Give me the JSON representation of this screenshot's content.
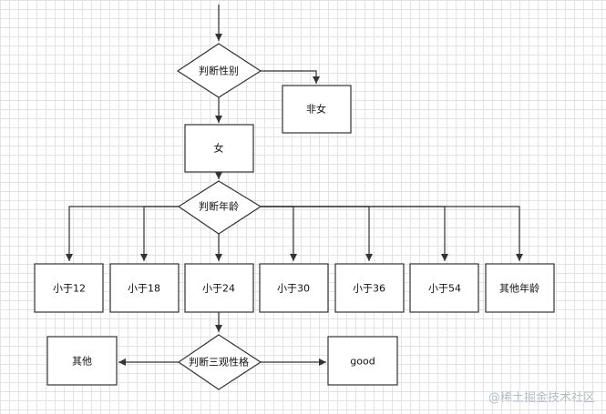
{
  "nodes": {
    "gender_decision": "判断性别",
    "not_female": "非女",
    "female": "女",
    "age_decision": "判断年龄",
    "ages": [
      "小于12",
      "小于18",
      "小于24",
      "小于30",
      "小于36",
      "小于54",
      "其他年龄"
    ],
    "values_decision": "判断三观性格",
    "other": "其他",
    "good": "good"
  },
  "watermark": "@稀土掘金技术社区"
}
